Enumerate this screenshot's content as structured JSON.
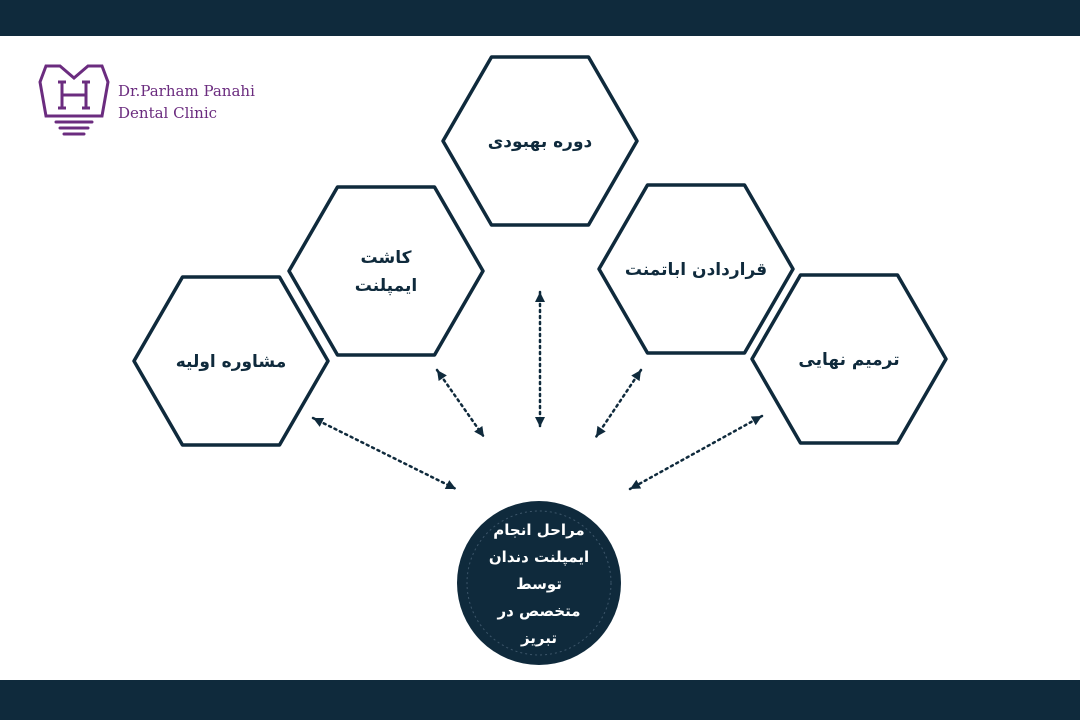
{
  "colors": {
    "navy": "#0f2a3c",
    "purple": "#6b2c7f",
    "white": "#ffffff"
  },
  "logo": {
    "icon": "tooth-icon",
    "line1": "Dr.Parham Panahi",
    "line2": "Dental Clinic"
  },
  "center": {
    "lines": [
      "مراحل انجام",
      "ایمپلنت دندان",
      "توسط",
      "متخصص در",
      "تبریز"
    ]
  },
  "steps": [
    {
      "id": "step-consultation",
      "lines": [
        "مشاوره اولیه"
      ]
    },
    {
      "id": "step-implant-placement",
      "lines": [
        "کاشت",
        "ایمپلنت"
      ]
    },
    {
      "id": "step-recovery",
      "lines": [
        "دوره بهبودی"
      ]
    },
    {
      "id": "step-abutment",
      "lines": [
        "قراردادن اباتمنت"
      ]
    },
    {
      "id": "step-final-restoration",
      "lines": [
        "ترمیم نهایی"
      ]
    }
  ]
}
